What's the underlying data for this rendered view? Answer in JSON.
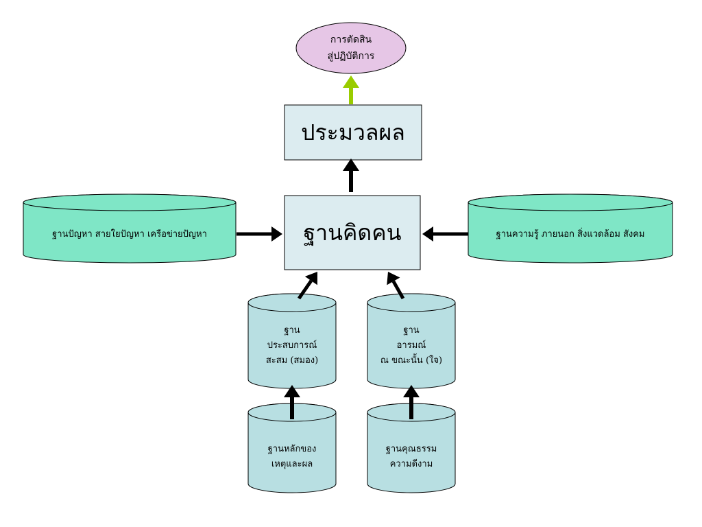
{
  "decision": {
    "line1": "การตัดสิน",
    "line2": "สู่ปฏิบัติการ",
    "color": "#e6c6e6"
  },
  "process_box": {
    "label": "ประมวลผล",
    "color": "#dcecf0"
  },
  "center_box": {
    "label": "ฐานคิดคน",
    "color": "#dcecf0"
  },
  "left_base": {
    "label": "ฐานปัญหา สายใยปัญหา เครือข่ายปัญหา",
    "color": "#7fe6c6"
  },
  "right_base": {
    "label": "ฐานความรู้ ภายนอก สิ่งแวดล้อม สังคม",
    "color": "#7fe6c6"
  },
  "experience_base": {
    "line1": "ฐาน",
    "line2": "ประสบการณ์",
    "line3": "สะสม (สมอง)",
    "color": "#b8dfe2"
  },
  "emotion_base": {
    "line1": "ฐาน",
    "line2": "อารมณ์",
    "line3": "ณ ขณะนั้น (ใจ)",
    "color": "#b8dfe2"
  },
  "cause_effect_base": {
    "line1": "ฐานหลักของ",
    "line2": "เหตุและผล",
    "color": "#b8dfe2"
  },
  "virtue_base": {
    "line1": "ฐานคุณธรรม",
    "line2": "ความดีงาม",
    "color": "#b8dfe2"
  },
  "colors": {
    "arrow_main": "#000000",
    "arrow_decision": "#99cc00",
    "outline": "#000000"
  }
}
